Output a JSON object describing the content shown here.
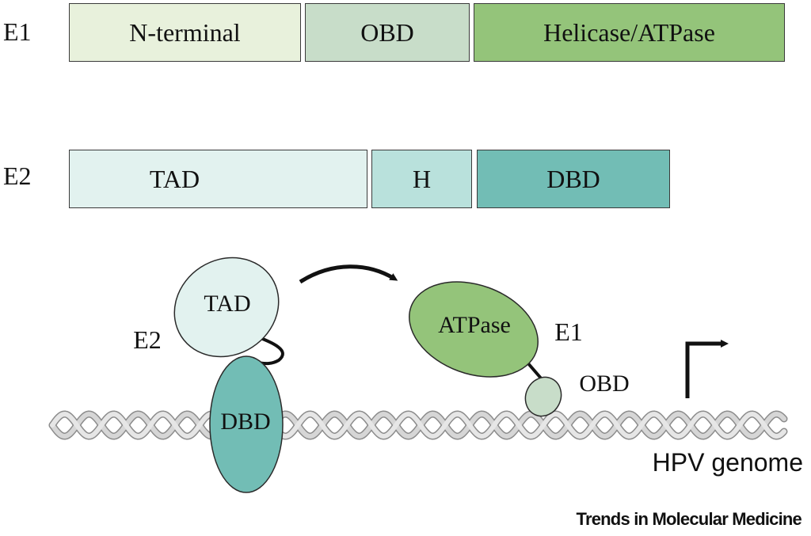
{
  "e1_row": {
    "label": "E1",
    "domains": [
      "N-terminal",
      "OBD",
      "Helicase/ATPase"
    ]
  },
  "e2_row": {
    "label": "E2",
    "domains": [
      "TAD",
      "H",
      "DBD"
    ]
  },
  "model": {
    "e2_label": "E2",
    "e2_tad": "TAD",
    "e2_dbd": "DBD",
    "e1_label": "E1",
    "e1_atpase": "ATPase",
    "e1_obd": "OBD",
    "genome_label": "HPV genome"
  },
  "credit": "Trends in Molecular Medicine",
  "colors": {
    "e1_nterminal": "#e8f1dc",
    "e1_obd": "#c8ddc9",
    "e1_helicase": "#94c47a",
    "e2_tad": "#e2f2ef",
    "e2_hinge": "#b9e1dc",
    "e2_dbd": "#72bdb5",
    "dna": "#cfcfcf"
  },
  "icons": [
    "curved-arrow-icon",
    "promoter-arrow-icon"
  ]
}
